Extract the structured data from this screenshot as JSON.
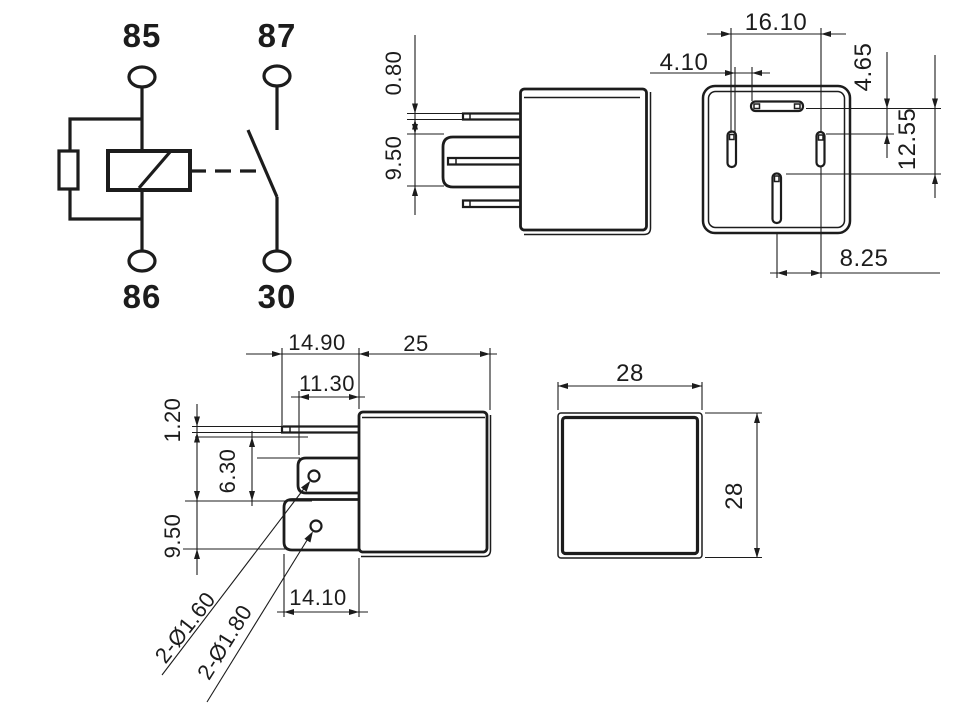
{
  "colors": {
    "ink": "#1c1c1c",
    "paper": "#ffffff"
  },
  "schematic": {
    "pin_85": "85",
    "pin_87": "87",
    "pin_86": "86",
    "pin_30": "30"
  },
  "side_view": {
    "pin_thickness": "0.80",
    "pin_row_span": "9.50"
  },
  "bottom_view": {
    "slot_span": "16.10",
    "coil_slot_offset": "4.10",
    "upper_offset": "4.65",
    "vertical_span": "12.55",
    "lower_offset": "8.25"
  },
  "detail_view": {
    "pin_length": "14.90",
    "body_depth": "25",
    "tab_length": "11.30",
    "pin_thickness": "1.20",
    "tab_offset": "6.30",
    "lower_tab_span": "9.50",
    "lower_tab_length": "14.10",
    "hole_note_upper": "2-Ø1.60",
    "hole_note_lower": "2-Ø1.80"
  },
  "front_view": {
    "width": "28",
    "height": "28"
  }
}
